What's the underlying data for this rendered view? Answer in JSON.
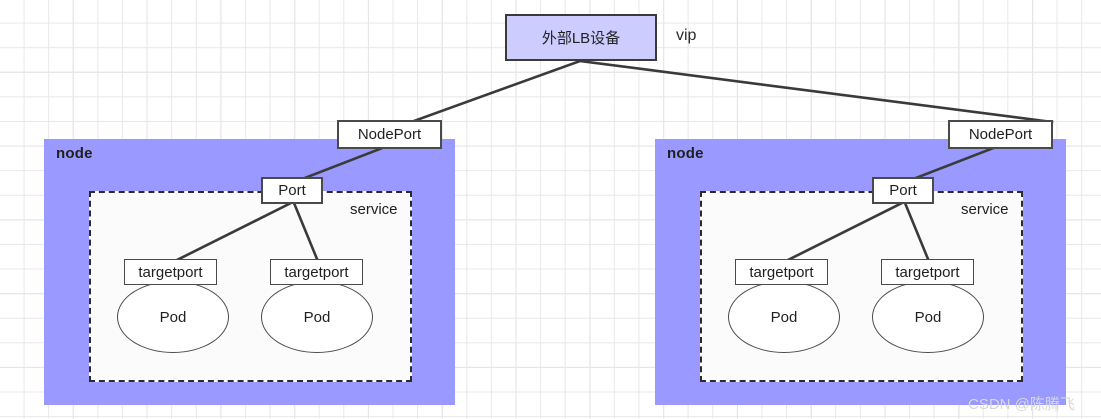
{
  "diagram": {
    "lb": {
      "label": "外部LB设备",
      "fill": "#ccccff",
      "border": "#3a3a3a"
    },
    "vip": {
      "label": "vip"
    },
    "node_fill": "#9999ff",
    "nodes": [
      {
        "label": "node",
        "nodeport": {
          "label": "NodePort"
        },
        "service": {
          "label": "service"
        },
        "port": {
          "label": "Port"
        },
        "pods": [
          {
            "targetport": "targetport",
            "pod": "Pod"
          },
          {
            "targetport": "targetport",
            "pod": "Pod"
          }
        ]
      },
      {
        "label": "node",
        "nodeport": {
          "label": "NodePort"
        },
        "service": {
          "label": "service"
        },
        "port": {
          "label": "Port"
        },
        "pods": [
          {
            "targetport": "targetport",
            "pod": "Pod"
          },
          {
            "targetport": "targetport",
            "pod": "Pod"
          }
        ]
      }
    ],
    "watermark": "CSDN @陈腾飞"
  }
}
